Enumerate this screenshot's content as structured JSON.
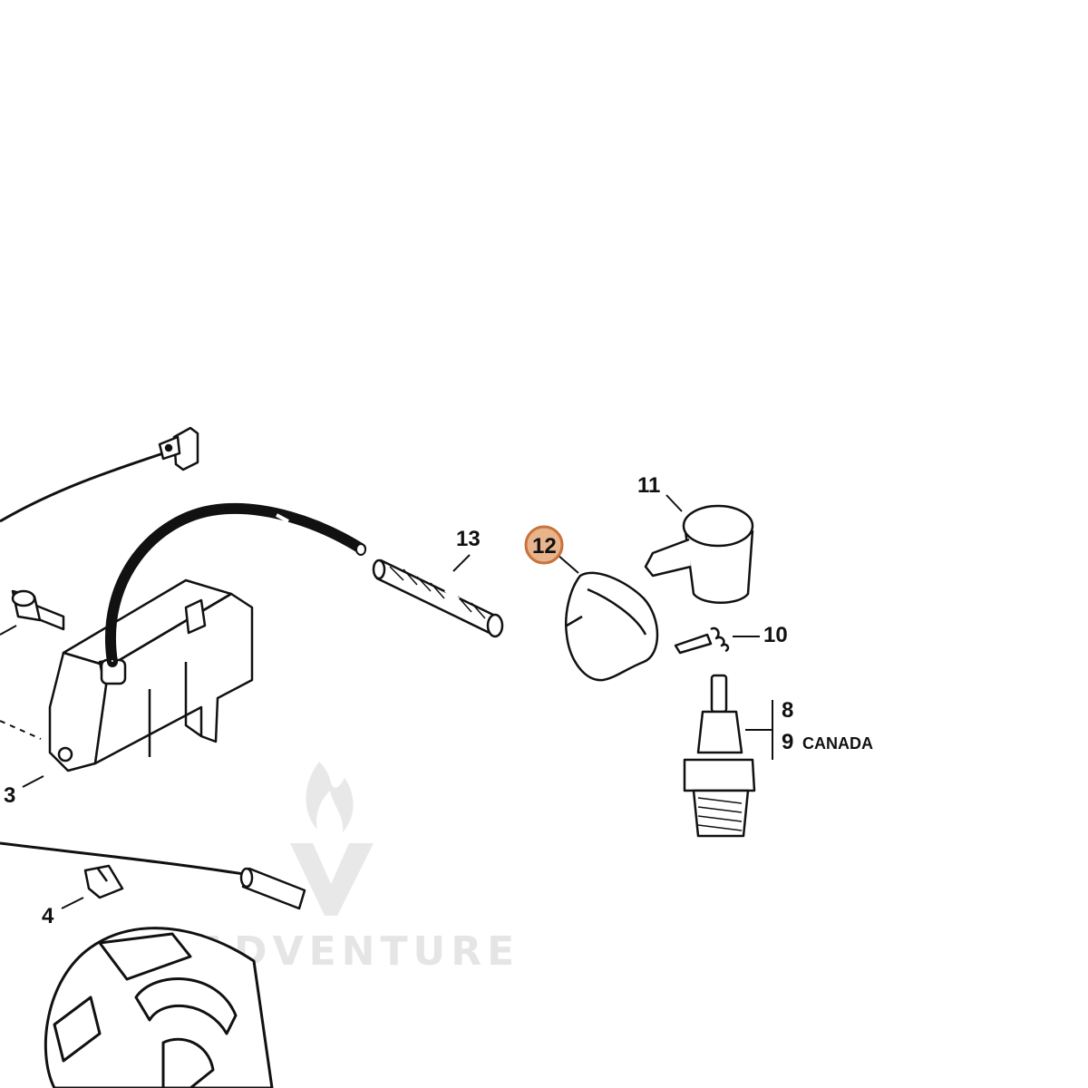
{
  "colors": {
    "ink": "#111111",
    "highlight_fill": "#e8b48c",
    "highlight_stroke": "#c8733a",
    "watermark": "#e3e3e3"
  },
  "labels": {
    "p3": "3",
    "p4": "4",
    "p8": "8",
    "p9": "9",
    "p9_suffix": "CANADA",
    "p10": "10",
    "p11": "11",
    "p12": "12",
    "p13": "13"
  },
  "watermark": {
    "text": "ADVENTURE",
    "icon": "flame-chevron-logo"
  }
}
